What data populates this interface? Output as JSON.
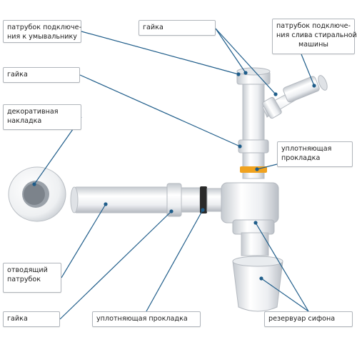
{
  "labels": {
    "outlet_washbasin": [
      "патрубок подключе-",
      "ния к умывальнику"
    ],
    "nut_top": "гайка",
    "outlet_washing_machine": [
      "патрубок подключе-",
      "ния слива стиральной",
      "машины"
    ],
    "nut_left": "гайка",
    "decorative_cover": [
      "декоративная",
      "накладка"
    ],
    "gasket_right": [
      "уплотняющая",
      "прокладка"
    ],
    "outlet_pipe": [
      "отводящий",
      "патрубок"
    ],
    "nut_bottom": "гайка",
    "gasket_bottom": "уплотняющая прокладка",
    "siphon_reservoir": "резервуар сифона"
  },
  "colors": {
    "plastic": "#f2f3f5",
    "plastic_shade": "#c9ced4",
    "gasket_orange": "#f0a21e",
    "gasket_black": "#2a2a2a",
    "leader_line": "#1f5d8a",
    "label_border": "#b0b5bb"
  }
}
